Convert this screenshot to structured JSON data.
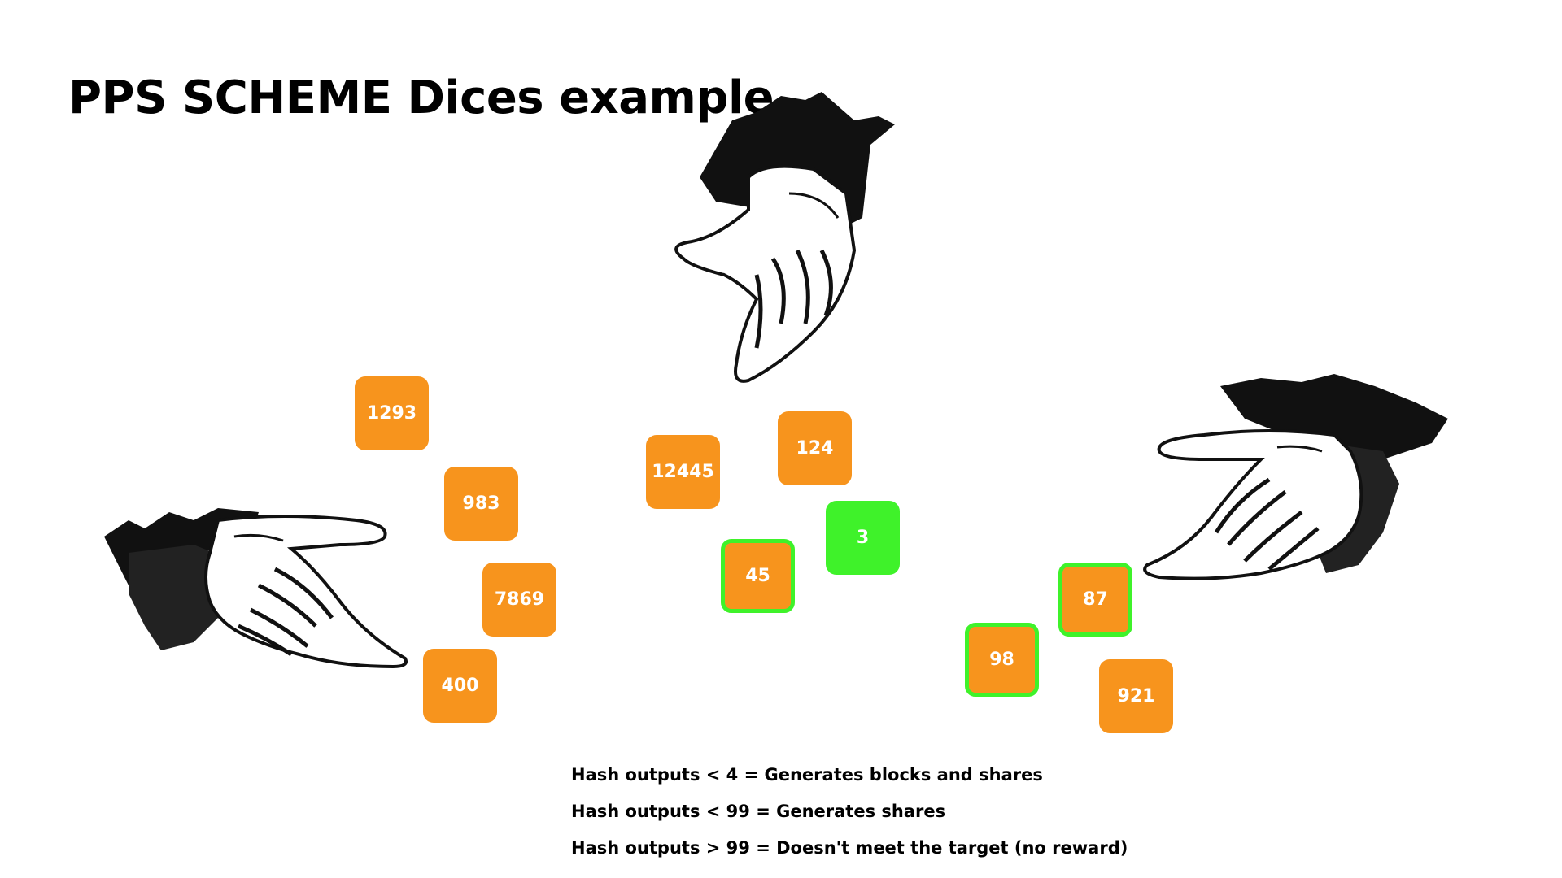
{
  "title": "PPS SCHEME Dices example",
  "colors": {
    "die_orange": "#f7941d",
    "die_green": "#3ff22a",
    "text": "#000000",
    "background": "#ffffff"
  },
  "hands": [
    {
      "name": "left-hand",
      "icon": "open-palm-hand-illustration"
    },
    {
      "name": "middle-hand",
      "icon": "open-palm-hand-illustration"
    },
    {
      "name": "right-hand",
      "icon": "open-palm-hand-illustration"
    }
  ],
  "dice": {
    "d1293": "1293",
    "d983": "983",
    "d7869": "7869",
    "d400": "400",
    "d12445": "12445",
    "d124": "124",
    "d3": "3",
    "d45": "45",
    "d87": "87",
    "d98": "98",
    "d921": "921"
  },
  "legend": [
    "Hash outputs < 4 = Generates blocks and shares",
    "Hash outputs < 99 = Generates shares",
    "Hash outputs > 99 = Doesn't meet the target (no reward)"
  ]
}
